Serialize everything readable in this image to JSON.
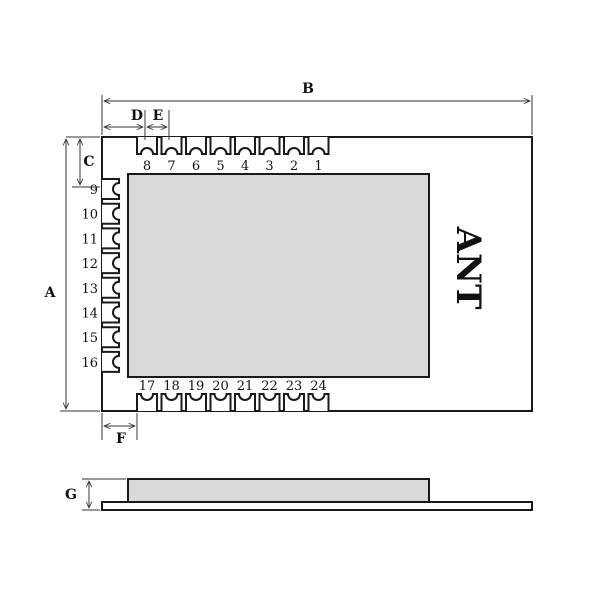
{
  "drawing": {
    "dimension_labels": {
      "a": "A",
      "b": "B",
      "c": "C",
      "d": "D",
      "e": "E",
      "f": "F",
      "g": "G"
    },
    "antenna_label": "ANT",
    "pins": {
      "top": [
        "8",
        "7",
        "6",
        "5",
        "4",
        "3",
        "2",
        "1"
      ],
      "left": [
        "9",
        "10",
        "11",
        "12",
        "13",
        "14",
        "15",
        "16"
      ],
      "bottom": [
        "17",
        "18",
        "19",
        "20",
        "21",
        "22",
        "23",
        "24"
      ]
    },
    "colors": {
      "outline": "#1a1a1a",
      "shield_fill": "#d9d9d9",
      "background": "#ffffff"
    }
  }
}
